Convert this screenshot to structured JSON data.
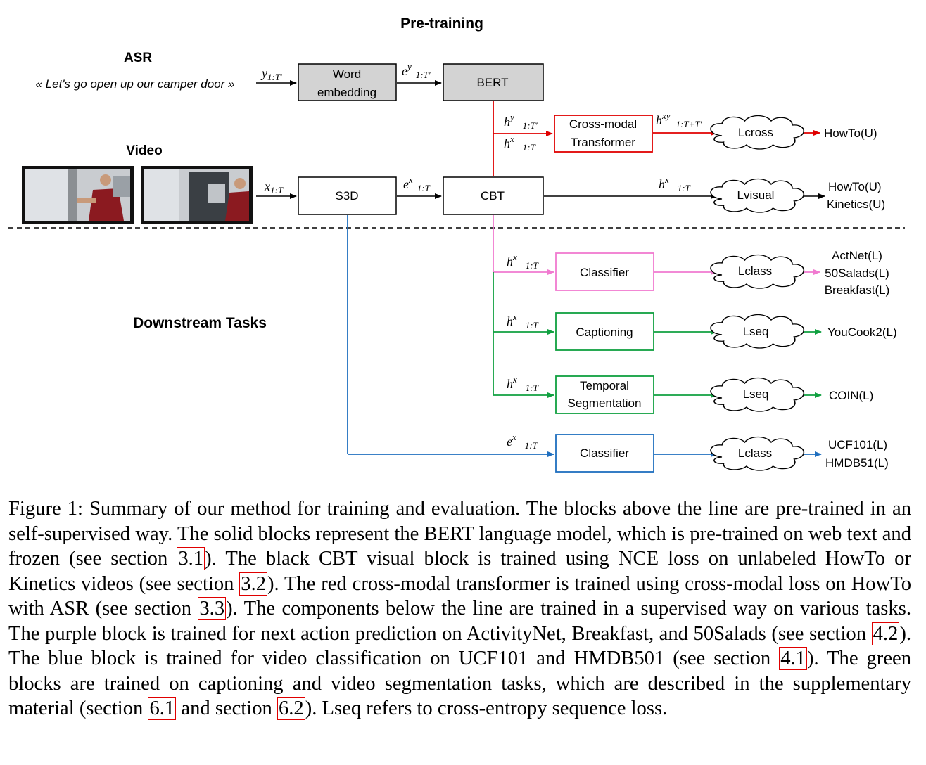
{
  "headers": {
    "pretraining": "Pre-training",
    "asr": "ASR",
    "video": "Video",
    "downstream": "Downstream Tasks"
  },
  "asr_text": "« Let's go open up our camper door »",
  "blocks": {
    "word_embedding": [
      "Word",
      "embedding"
    ],
    "bert": "BERT",
    "cross_modal": [
      "Cross-modal",
      "Transformer"
    ],
    "s3d": "S3D",
    "cbt": "CBT",
    "classifier_purple": "Classifier",
    "captioning": "Captioning",
    "temporal": [
      "Temporal",
      "Segmentation"
    ],
    "classifier_blue": "Classifier"
  },
  "losses": {
    "cross": "Lcross",
    "visual": "Lvisual",
    "class_purple": "Lclass",
    "seq_caption": "Lseq",
    "seq_temporal": "Lseq",
    "class_blue": "Lclass"
  },
  "outputs": {
    "cross": "HowTo(U)",
    "visual": [
      "HowTo(U)",
      "Kinetics(U)"
    ],
    "purple": [
      "ActNet(L)",
      "50Salads(L)",
      "Breakfast(L)"
    ],
    "caption": "YouCook2(L)",
    "temporal": "COIN(L)",
    "blue": [
      "UCF101(L)",
      "HMDB51(L)"
    ]
  },
  "edge_labels": {
    "y_main": "y",
    "y_sub": "1:T′",
    "ey_main": "e",
    "ey_sup": "y",
    "ey_sub": "1:T′",
    "hy_main": "h",
    "hy_sup": "y",
    "hy_sub": "1:T′",
    "hx_main": "h",
    "hx_sup": "x",
    "hx_sub": "1:T",
    "hxy_main": "h",
    "hxy_sup": "xy",
    "hxy_sub": "1:T+T′",
    "x_main": "x",
    "x_sub": "1:T",
    "ex_main": "e",
    "ex_sup": "x",
    "ex_sub": "1:T"
  },
  "colors": {
    "black": "#000000",
    "red": "#e00000",
    "pink": "#f07ad0",
    "green": "#10a040",
    "blue": "#1f6fbf",
    "gray_fill": "#d3d3d3"
  },
  "caption": {
    "p1": "Figure 1:   Summary of our method for training and evaluation.  The blocks above the line are pre-trained in an self-supervised way. The solid blocks represent the BERT language model, which is pre-trained on web text and frozen (see section ",
    "r1": "3.1",
    "p2": "). The black CBT visual block is trained using NCE loss on unlabeled HowTo or Kinetics videos (see section ",
    "r2": "3.2",
    "p3": "). The red cross-modal transformer is trained using cross-modal loss on HowTo with ASR (see section ",
    "r3": "3.3",
    "p4": "). The components below the line are trained in a supervised way on various tasks.  The purple block is trained for next action prediction on ActivityNet, Breakfast, and 50Salads (see section ",
    "r4": "4.2",
    "p5": "). The blue block is trained for video classification on UCF101 and HMDB501 (see section ",
    "r5": "4.1",
    "p6": ").  The green blocks are trained on captioning and video segmentation tasks, which are described in the supplementary material (section ",
    "r6": "6.1",
    "p7": " and section ",
    "r7": "6.2",
    "p8": "). Lseq refers to cross-entropy sequence loss."
  }
}
